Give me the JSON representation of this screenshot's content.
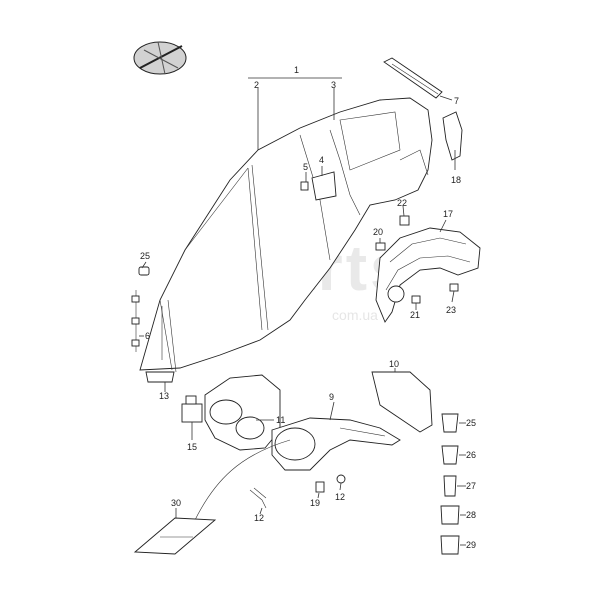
{
  "watermark": {
    "main": "Xparts",
    "sub": "com.ua"
  },
  "callouts": {
    "c1": "1",
    "c2": "2",
    "c3": "3",
    "c4": "4",
    "c5": "5",
    "c6": "6",
    "c7": "7",
    "c9": "9",
    "c10": "10",
    "c11": "11",
    "c12a": "12",
    "c12b": "12",
    "c13": "13",
    "c15": "15",
    "c17": "17",
    "c18": "18",
    "c19": "19",
    "c20": "20",
    "c21": "21",
    "c22": "22",
    "c23": "23",
    "c25a": "25",
    "c25b": "25",
    "c26": "26",
    "c27": "27",
    "c28": "28",
    "c29": "29",
    "c30": "30"
  },
  "icons": {
    "orientation": "orientation-badge-icon"
  },
  "colors": {
    "line": "#222222",
    "watermark": "#e6e6e6",
    "badge": "#cfcfcf"
  }
}
